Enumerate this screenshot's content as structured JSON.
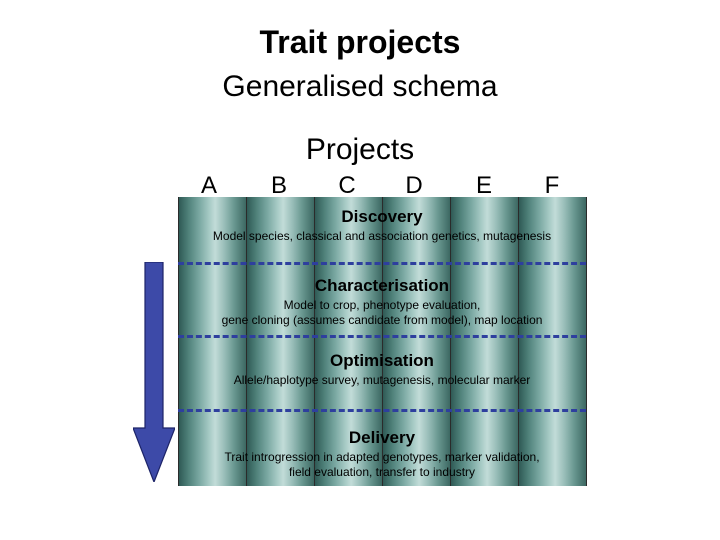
{
  "title": "Trait projects",
  "subtitle": "Generalised schema",
  "projects_title": "Projects",
  "project_letters": [
    "A",
    "B",
    "C",
    "D",
    "E",
    "F"
  ],
  "phases": [
    {
      "title": "Discovery",
      "description": [
        "Model species, classical and association genetics, mutagenesis"
      ]
    },
    {
      "title": "Characterisation",
      "description": [
        "Model to crop, phenotype evaluation,",
        "gene cloning (assumes candidate from model), map location"
      ]
    },
    {
      "title": "Optimisation",
      "description": [
        "Allele/haplotype survey, mutagenesis, molecular marker"
      ]
    },
    {
      "title": "Delivery",
      "description": [
        "Trait introgression in adapted genotypes, marker validation,",
        "field evaluation, transfer to industry"
      ]
    }
  ],
  "colors": {
    "arrow_fill": "#3d4aa8",
    "divider": "#2e3f9e",
    "column_mid": "#a9ccc7"
  }
}
